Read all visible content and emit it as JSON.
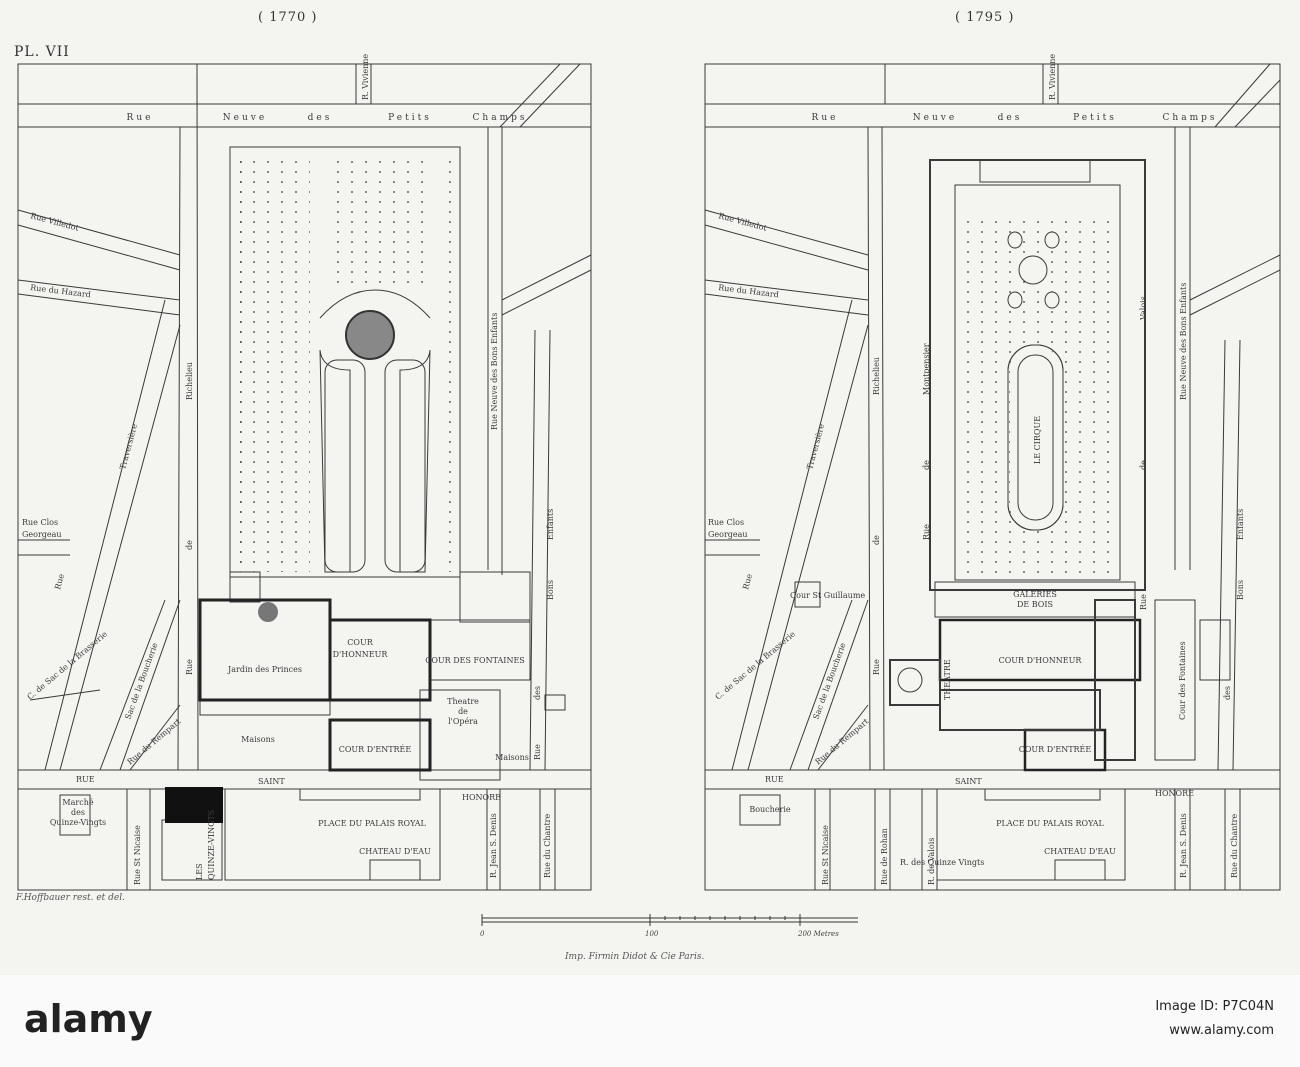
{
  "plate": {
    "label": "PL. VII",
    "year_left": "( 1770 )",
    "year_right": "( 1795 )"
  },
  "left_map": {
    "streets": {
      "neuve_petits_champs": [
        "Rue",
        "Neuve",
        "des",
        "Petits",
        "Champs"
      ],
      "vivienne": "R. Vivienne",
      "villedot": "Rue Villedot",
      "hazard": "Rue du Hazard",
      "traversiere": "Traversière",
      "richelieu": "Richelieu",
      "de": "de",
      "rue": "Rue",
      "neuve_bons_enfants": "Rue Neuve des Bons Enfants",
      "clos_georgeau_1": "Rue Clos",
      "clos_georgeau_2": "Georgeau",
      "rue_vertical": "Rue",
      "bouchrie": "Sac de la Boucherie",
      "cul_de_sac_1": "C. de Sac de la Brasserie",
      "rempart": "Rue du Rempart",
      "enfants": "Enfants",
      "bons": "Bons",
      "des": "des",
      "rue_des": "Rue",
      "rue_saint": "RUE",
      "saint": "SAINT",
      "honore": "HONORE",
      "nicaise": "Rue St Nicaise",
      "st_denis": "R. Jean S. Denis",
      "chantre": "Rue du Chantre"
    },
    "labels": {
      "jardin_princes": "Jardin des Princes",
      "cour_honneur_1": "COUR",
      "cour_honneur_2": "D'HONNEUR",
      "cour_fontaines": "COUR DES FONTAINES",
      "maisons_left": "Maisons",
      "cour_entree": "COUR D'ENTRÉE",
      "theatre_opera_1": "Theatre",
      "theatre_opera_2": "de",
      "theatre_opera_3": "l'Opéra",
      "maisons_right": "Maisons",
      "marche_1": "Marché",
      "marche_2": "des",
      "marche_3": "Quinze-Vingts",
      "quinze_vingts_1": "LES",
      "quinze_vingts_2": "QUINZE-VINGTS",
      "place_palais_royal": "PLACE DU PALAIS ROYAL",
      "chateau_eau": "CHATEAU D'EAU"
    }
  },
  "right_map": {
    "streets": {
      "neuve_petits_champs": [
        "Rue",
        "Neuve",
        "des",
        "Petits",
        "Champs"
      ],
      "vivienne": "R. Vivienne",
      "villedot": "Rue Villedot",
      "hazard": "Rue du Hazard",
      "traversiere": "Traversière",
      "richelieu": "Richelieu",
      "de": "de",
      "rue": "Rue",
      "montpensier": "Montpensier",
      "de_m": "de",
      "rue_m": "Rue",
      "valois": "Valois",
      "de_v": "de",
      "rue_v": "Rue",
      "neuve_bons_enfants": "Rue Neuve des Bons Enfants",
      "clos_georgeau_1": "Rue Clos",
      "clos_georgeau_2": "Georgeau",
      "rue_vertical": "Rue",
      "bouchrie": "Sac de la Boucherie",
      "cul_de_sac_1": "C. de Sac de la Brasserie",
      "rempart": "Rue du Rempart",
      "cour_guillaume": "Cour St Guillaume",
      "rue_saint": "RUE",
      "saint": "SAINT",
      "honore": "HONORE",
      "nicaise": "Rue St Nicaise",
      "rohan": "Rue de Rohan",
      "r_valois": "R. de Valois",
      "quinze_vingts": "R. des Quinze Vingts",
      "st_denis": "R. Jean S. Denis",
      "chantre": "Rue du Chantre",
      "enfants": "Enfants",
      "bons": "Bons",
      "des": "des"
    },
    "labels": {
      "le_cirque": "LE CIRQUE",
      "galeries_1": "GALERIES",
      "galeries_2": "DE BOIS",
      "cour_honneur": "COUR D'HONNEUR",
      "theatre": "THEATRE",
      "cour_entree": "COUR D'ENTRÉE",
      "cour_fontaines": "Cour des Fontaines",
      "boucherie": "Boucherie",
      "place_palais_royal": "PLACE DU PALAIS ROYAL",
      "chateau_eau": "CHATEAU D'EAU"
    }
  },
  "footer": {
    "credit": "F.Hoffbauer rest. et del.",
    "scale_0": "0",
    "scale_100": "100",
    "scale_200": "200 Metres",
    "printer": "Imp. Firmin Didot & Cie Paris."
  },
  "watermark": {
    "logo": "alamy",
    "image_id": "Image ID: P7C04N",
    "site": "www.alamy.com"
  }
}
